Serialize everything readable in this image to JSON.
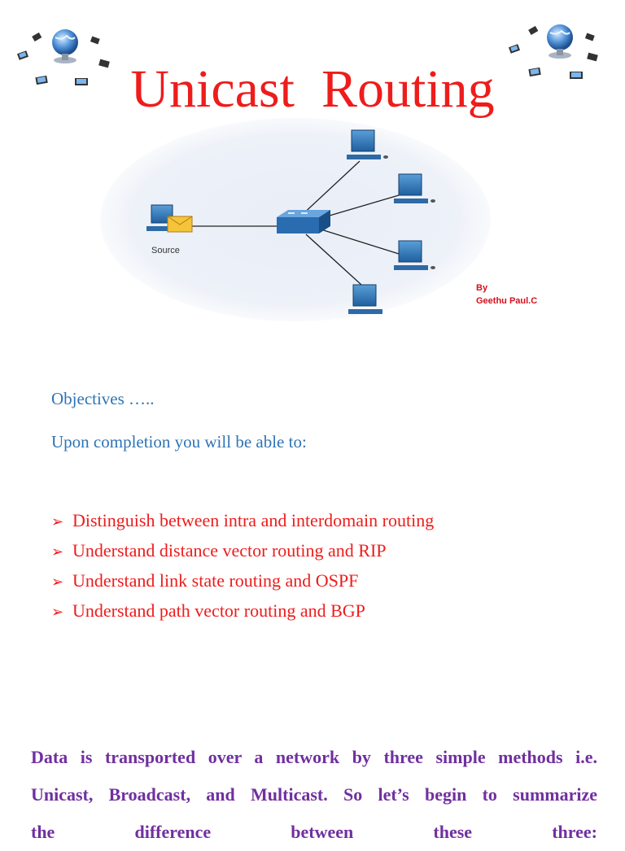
{
  "title": "Unicast  Routing",
  "diagram": {
    "source_label": "Source"
  },
  "byline": {
    "by": "By",
    "author": "Geethu Paul.C"
  },
  "objectives_heading": "Objectives …..",
  "intro": "Upon completion you will be able to:",
  "bullets": [
    "Distinguish between intra and interdomain routing",
    "Understand distance vector routing and RIP",
    "Understand link state routing and OSPF",
    "Understand path vector routing and BGP"
  ],
  "summary_lines": [
    "Data is transported over a network by three simple methods i.e.",
    "Unicast, Broadcast, and Multicast. So let’s begin to summarize",
    "the difference between these three:"
  ],
  "colors": {
    "title": "#ee1c1c",
    "objectives": "#2e74b5",
    "bullets": "#ee1c1c",
    "summary": "#7030a0",
    "byline": "#d4101a"
  }
}
